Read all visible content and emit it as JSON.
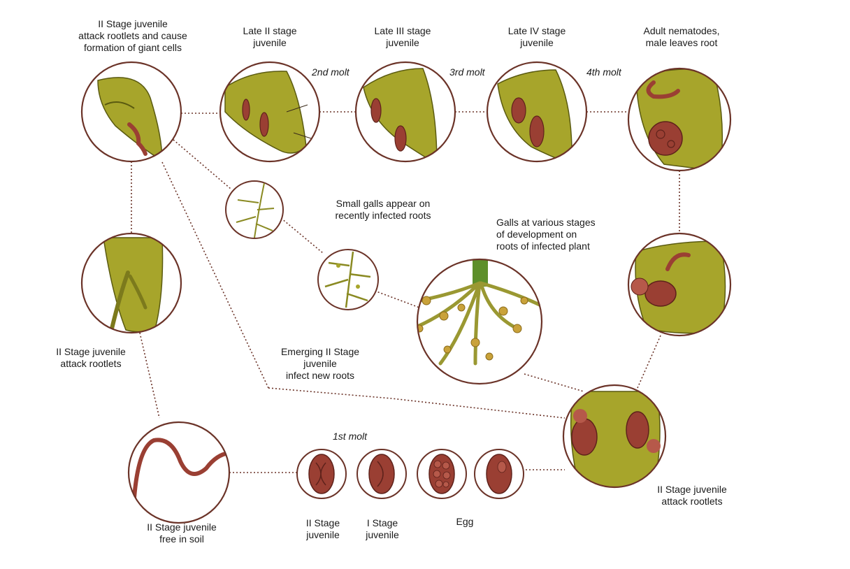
{
  "labels": {
    "giant_cells": "II Stage juvenile\nattack rootlets and cause\nformation of giant cells",
    "late_ii": "Late II stage\njuvenile",
    "late_iii": "Late III stage\njuvenile",
    "late_iv": "Late IV stage\njuvenile",
    "adult": "Adult nematodes,\nmale leaves root",
    "small_galls": "Small galls appear on\nrecently infected roots",
    "galls_various": "Galls at various stages\nof development on\nroots of infected plant",
    "attack_rootlets_left": "II Stage juvenile\nattack rootlets",
    "emerging": "Emerging II Stage\njuvenile\ninfect new roots",
    "free_in_soil": "II Stage juvenile\nfree in soil",
    "ii_stage_juvenile": "II Stage\njuvenile",
    "i_stage_juvenile": "I Stage\njuvenile",
    "egg": "Egg",
    "attack_rootlets_right": "II Stage juvenile\nattack rootlets"
  },
  "molts": {
    "first": "1st molt",
    "second": "2nd molt",
    "third": "3rd molt",
    "fourth": "4th molt"
  },
  "colors": {
    "ring": "#6b3328",
    "root": "#a7a52b",
    "root_dark": "#7c7a1c",
    "nematode": "#9a3f33",
    "nematode_dark": "#5e221b",
    "connector": "#6b3328"
  }
}
